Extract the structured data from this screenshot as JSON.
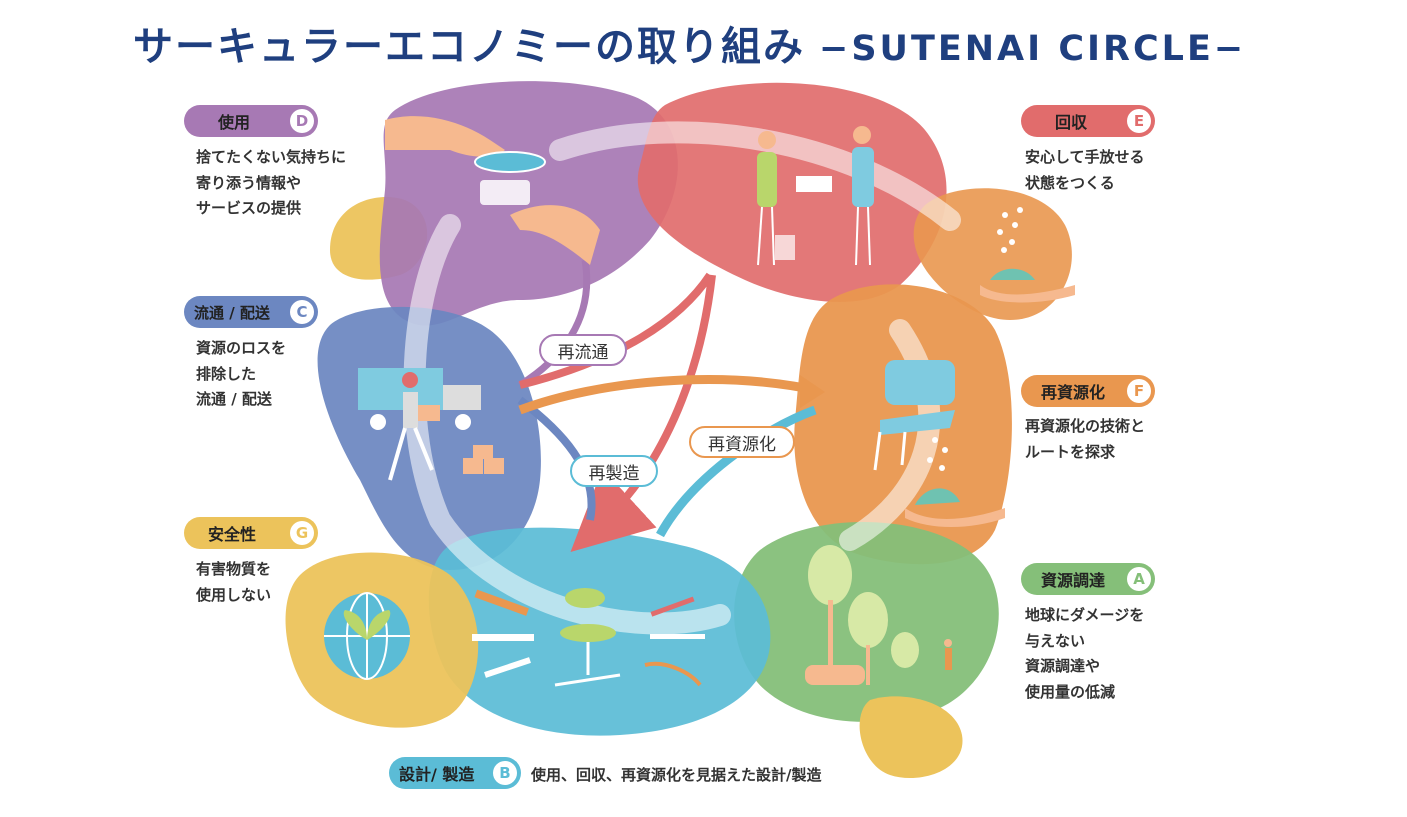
{
  "title": {
    "main": "サーキュラーエコノミーの取り組み",
    "sub": "−SUTENAI CIRCLE−"
  },
  "colors": {
    "title": "#1f3f7f",
    "use": "#a779b4",
    "distribution": "#6c87c1",
    "safety": "#ecc35b",
    "design": "#5bbcd6",
    "procurement": "#85bf79",
    "recycle": "#e9974f",
    "collection": "#e16c6c"
  },
  "stages": {
    "D": {
      "label": "使用",
      "badge": "D",
      "lines": [
        "捨てたくない気持ちに",
        "寄り添う情報や",
        "サービスの提供"
      ]
    },
    "C": {
      "label": "流通 / 配送",
      "badge": "C",
      "lines": [
        "資源のロスを",
        "排除した",
        "流通 / 配送"
      ]
    },
    "G": {
      "label": "安全性",
      "badge": "G",
      "lines": [
        "有害物質を",
        "使用しない"
      ]
    },
    "B": {
      "label": "設計/ 製造",
      "badge": "B",
      "desc": "使用、回収、再資源化を見据えた設計/製造"
    },
    "E": {
      "label": "回収",
      "badge": "E",
      "lines": [
        "安心して手放せる",
        "状態をつくる"
      ]
    },
    "F": {
      "label": "再資源化",
      "badge": "F",
      "lines": [
        "再資源化の技術と",
        "ルートを探求"
      ]
    },
    "A": {
      "label": "資源調達",
      "badge": "A",
      "lines": [
        "地球にダメージを",
        "与えない",
        "資源調達や",
        "使用量の低減"
      ]
    }
  },
  "flows": {
    "redistribution": "再流通",
    "remanufacture": "再製造",
    "recycling": "再資源化"
  },
  "icons": [
    "hands-holding-part-icon",
    "handover-people-icon",
    "hand-pellets-icon",
    "chair-recycle-icon",
    "forest-worker-icon",
    "chair-tools-icon",
    "globe-sprout-icon",
    "delivery-truck-icon"
  ]
}
